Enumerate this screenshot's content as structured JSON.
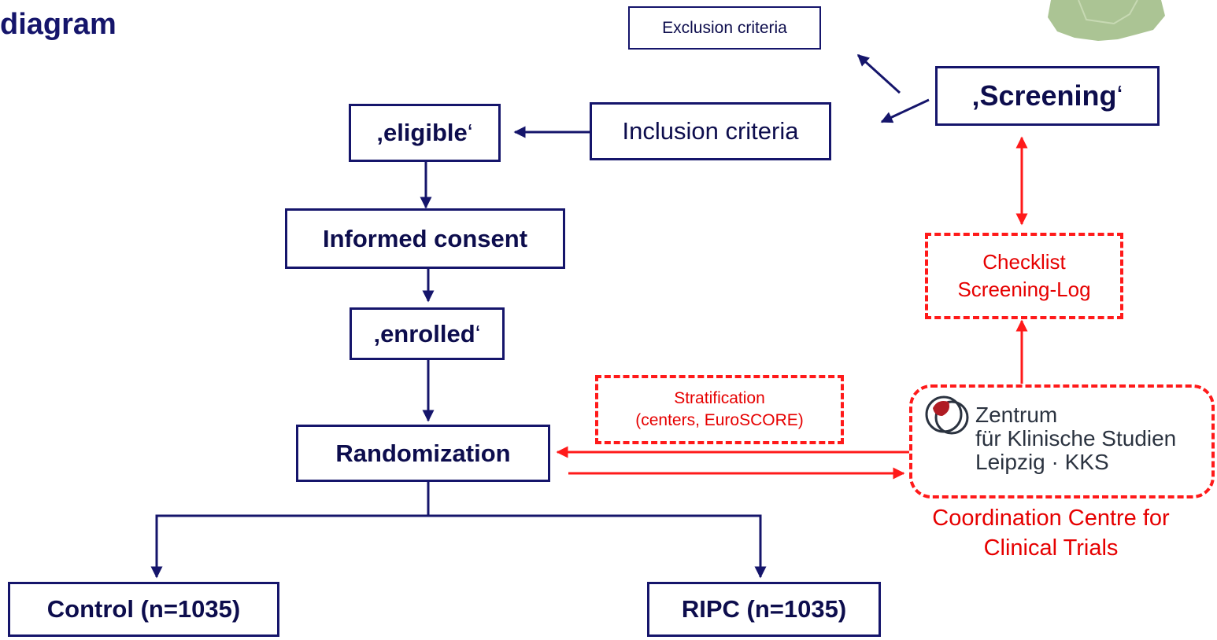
{
  "title": "diagram",
  "nodes": {
    "exclusion": "Exclusion criteria",
    "screening_open": "‚",
    "screening_word": "Screening",
    "screening_close": "‘",
    "inclusion": "Inclusion criteria",
    "eligible_open": "‚",
    "eligible_word": "eligible",
    "eligible_close": "‘",
    "consent": "Informed consent",
    "enrolled_open": "‚",
    "enrolled_word": "enrolled",
    "enrolled_close": "‘",
    "randomization": "Randomization",
    "control": "Control (n=1035)",
    "ripc": "RIPC (n=1035)",
    "checklist_line1": "Checklist",
    "checklist_line2": "Screening-Log",
    "stratification_line1": "Stratification",
    "stratification_line2": "(centers, EuroSCORE)"
  },
  "logo": {
    "line1": "Zentrum",
    "line2": "für Klinische Studien",
    "line3": "Leipzig · KKS"
  },
  "caption": {
    "line1": "Coordination Centre for",
    "line2": "Clinical Trials"
  },
  "colors": {
    "navy": "#15156b",
    "red": "#e60000",
    "map_green": "#8fb070"
  },
  "icons": {
    "logo": "kks-leipzig-logo-icon",
    "map": "germany-map-icon"
  }
}
